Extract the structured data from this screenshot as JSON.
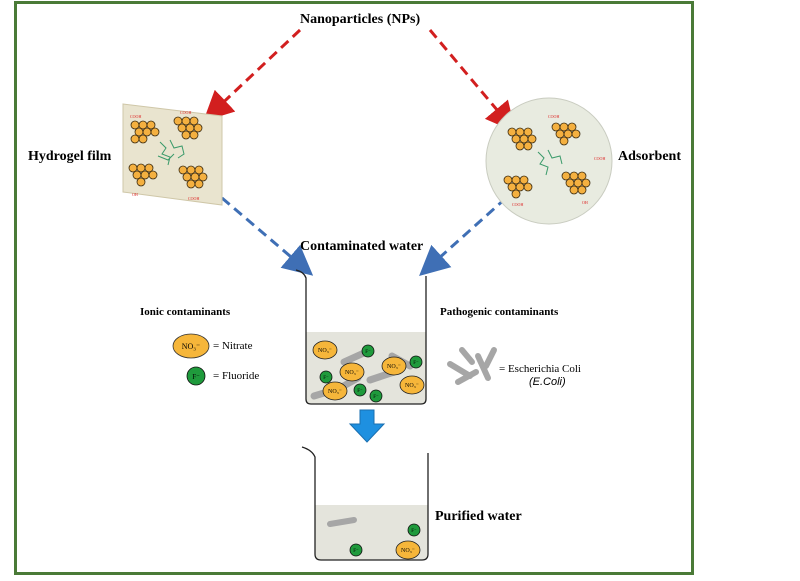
{
  "labels": {
    "nanoparticles": "Nanoparticles (NPs)",
    "hydrogel_film": "Hydrogel film",
    "adsorbent": "Adsorbent",
    "contaminated_water": "Contaminated water",
    "ionic_contaminants": "Ionic contaminants",
    "pathogenic_contaminants": "Pathogenic contaminants",
    "nitrate": "= Nitrate",
    "fluoride": "= Fluoride",
    "ecoli": "= Escherichia Coli",
    "ecoli_short": "(E.Coli)",
    "purified_water": "Purified water"
  },
  "symbols": {
    "nitrate": "NO₃⁻",
    "fluoride": "F⁻",
    "cooh": "COOH",
    "oh": "OH"
  },
  "colors": {
    "border": "#4a7a37",
    "red_arrow": "#d21f1f",
    "blue_arrow": "#3f6fb5",
    "down_arrow": "#1e90e0",
    "nitrate_fill": "#f6b63a",
    "fluoride_fill": "#1f9a3c",
    "water": "#e4e4dc",
    "ecoli": "#a6a6a6"
  }
}
